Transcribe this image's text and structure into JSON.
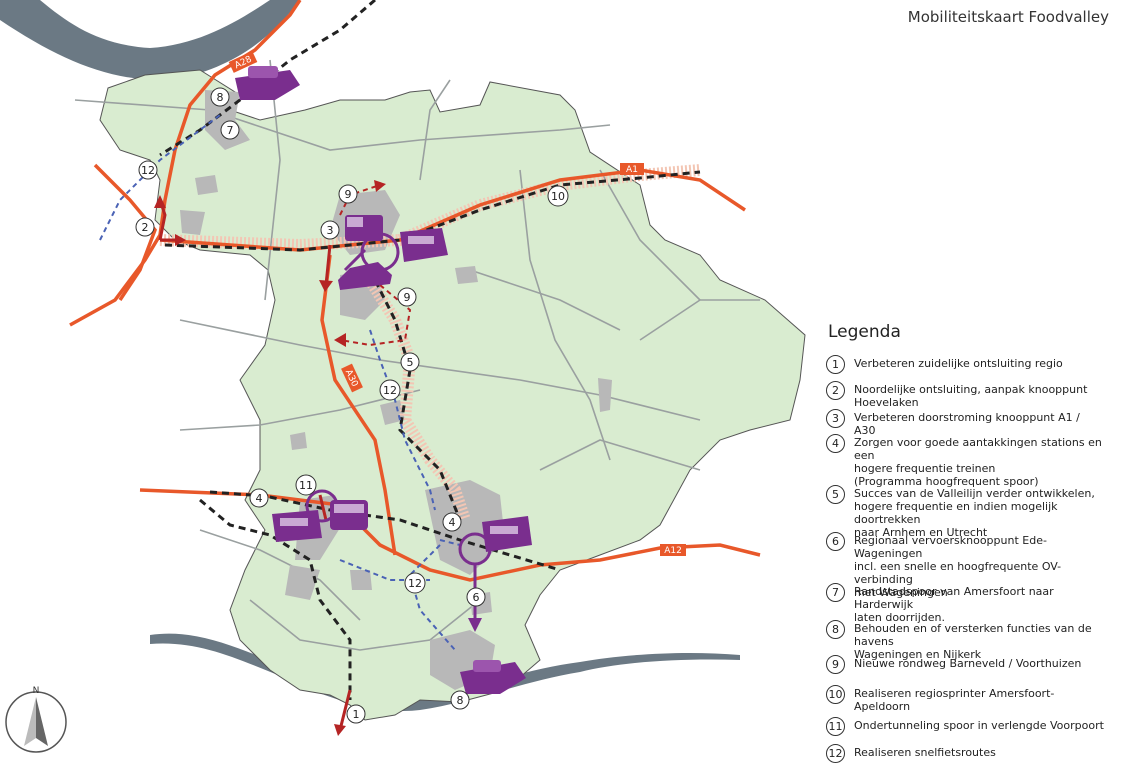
{
  "title": "Mobiliteitskaart Foodvalley",
  "legend": {
    "heading": "Legenda",
    "items": [
      {
        "num": "1",
        "text": "Verbeteren zuidelijke ontsluiting regio"
      },
      {
        "num": "2",
        "text": "Noordelijke ontsluiting, aanpak knooppunt\nHoevelaken"
      },
      {
        "num": "3",
        "text": "Verbeteren doorstroming knooppunt A1 / A30"
      },
      {
        "num": "4",
        "text": "Zorgen voor goede aantakkingen stations en een\nhogere frequentie treinen\n(Programma hoogfrequent spoor)"
      },
      {
        "num": "5",
        "text": "Succes van de Valleilijn verder ontwikkelen,\nhogere frequentie en indien mogelijk doortrekken\nnaar Arnhem en Utrecht"
      },
      {
        "num": "6",
        "text": "Regionaal vervoersknooppunt Ede-Wageningen\nincl. een snelle en hoogfrequente OV-verbinding\nmet Wageningen"
      },
      {
        "num": "7",
        "text": "Randstadspoor van Amersfoort naar Harderwijk\nlaten doorrijden."
      },
      {
        "num": "8",
        "text": "Behouden en of versterken functies van de havens\nWageningen en Nijkerk"
      },
      {
        "num": "9",
        "text": "Nieuwe rondweg  Barneveld / Voorthuizen"
      },
      {
        "num": "10",
        "text": "Realiseren regiosprinter Amersfoort-Apeldoorn"
      },
      {
        "num": "11",
        "text": "Ondertunneling spoor in verlengde Voorpoort"
      },
      {
        "num": "12",
        "text": "Realiseren snelfietsroutes"
      }
    ]
  },
  "roads": {
    "a28": "A28",
    "a1": "A1",
    "a30": "A30",
    "a12": "A12"
  },
  "markers": [
    "8",
    "7",
    "12",
    "2",
    "9",
    "3",
    "10",
    "9",
    "5",
    "12",
    "4",
    "11",
    "4",
    "12",
    "6",
    "8",
    "1"
  ],
  "compass": {
    "label": "N"
  },
  "colors": {
    "region": "#d9ecd0",
    "water": "#6b7984",
    "highway": "#e8582a",
    "rail": "#222222",
    "purple": "#7a2e8e",
    "red": "#b52424",
    "bike": "#4a62b5",
    "urban": "#b8b8b8"
  }
}
